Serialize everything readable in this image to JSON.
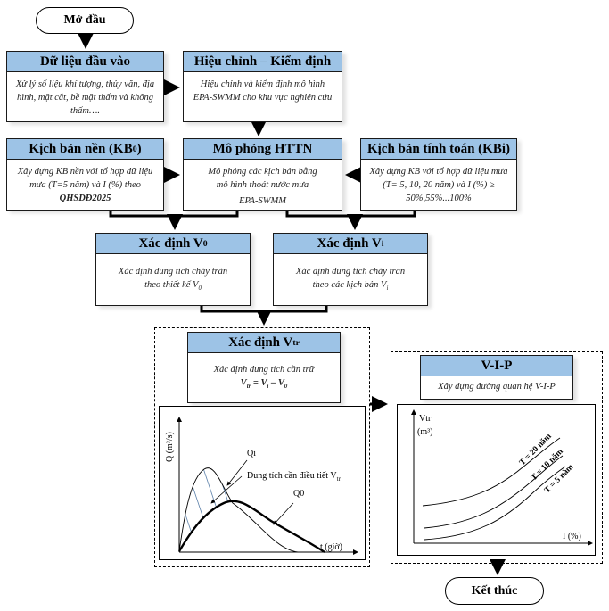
{
  "start": {
    "label": "Mở đầu"
  },
  "end": {
    "label": "Kết thúc"
  },
  "input_data": {
    "title": "Dữ liệu đầu vào",
    "body": "Xử lý số liệu khí tượng, thủy văn, địa hình, mặt cắt, bề mặt thấm và không thấm…."
  },
  "calibration": {
    "title": "Hiệu chỉnh – Kiểm định",
    "body": "Hiệu chỉnh và kiểm định mô hình EPA-SWMM cho khu vực nghiên cứu"
  },
  "base_scenario": {
    "title_main": "Kịch bản nền (KB",
    "title_sub": "0",
    "title_end": ")",
    "body": "Xây dựng KB nền với tổ hợp dữ liệu mưa (T=5  năm) và I (%) theo ",
    "body_link": "QHSDĐ2025"
  },
  "simulation": {
    "title": "Mô phỏng HTTN",
    "body": "Mô phỏng các kịch bản bằng mô hình thoát nước mưa",
    "body2": "EPA-SWMM"
  },
  "calc_scenario": {
    "title": "Kịch bản tính toán (KBi)",
    "body": "Xây dựng KB với tổ hợp dữ liệu mưa (T=  5, 10, 20 năm) và I (%) ≥ 50%,55%...100%"
  },
  "determine_v0": {
    "title_main": "Xác định V",
    "title_sub": "0",
    "body": "Xác định dung tích chảy tràn theo thiết kế V",
    "body_sub": "0"
  },
  "determine_vi": {
    "title_main": "Xác định V",
    "title_sub": "i",
    "body": "Xác định dung tích chảy tràn theo các kịch bản V",
    "body_sub": "i"
  },
  "determine_vtr": {
    "title_main": "Xác định V",
    "title_sub": "tr",
    "body": "Xác định dung tích cần trữ",
    "formula": "V = V – V",
    "formula_parts": [
      "V",
      "tr",
      " = V",
      "i",
      " – V",
      "0"
    ]
  },
  "vip": {
    "title": "V-I-P",
    "body": "Xây dựng đường quan hệ V-I-P"
  },
  "hydrograph": {
    "ylabel": "Q (m³/s)",
    "xlabel": "t (giờ)",
    "curve_qi": "Qi",
    "curve_q0": "Q0",
    "annotation": "Dung tích cần điều tiết V",
    "annotation_sub": "tr"
  },
  "vip_chart": {
    "ylabel_line1": "Vtr",
    "ylabel_line2": "(m³)",
    "xlabel": "I (%)",
    "curves": [
      "T = 20 năm",
      "T = 10 năm",
      "T = 5 năm"
    ]
  },
  "colors": {
    "header_fill": "#9dc3e6",
    "border": "#1a1a1a"
  }
}
